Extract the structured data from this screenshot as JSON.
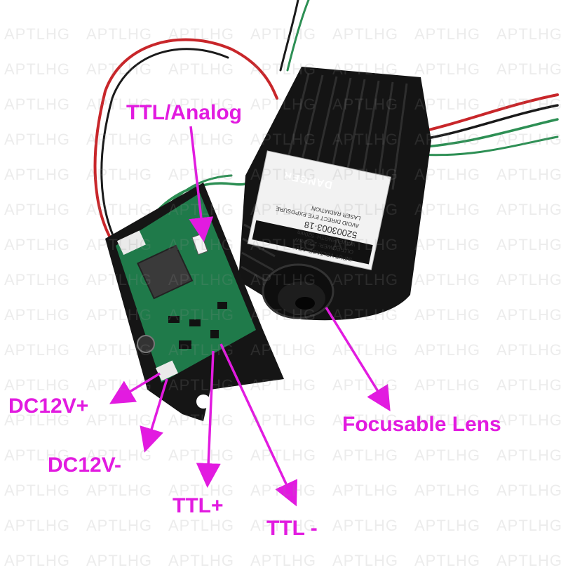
{
  "watermark": {
    "text": "APTLHG",
    "color": "#969696"
  },
  "callouts": {
    "ttl_analog": "TTL/Analog",
    "dc12v_plus": "DC12V+",
    "dc12v_minus": "DC12V-",
    "ttl_plus": "TTL+",
    "ttl_minus": "TTL -",
    "focusable_lens": "Focusable Lens"
  },
  "laser_label": {
    "danger": "DANGER",
    "line1": "LASER RADIATION",
    "line2": "AVOID DIRECT EYE EXPOSURE",
    "serial": "52003003·18",
    "wavelength": "WAVELENGTH:  520nm",
    "output_power": "OUT POWER:   2000mW",
    "input_voltage": "INPUT VOLTAGE: 12V"
  },
  "colors": {
    "callout": "#e21be0",
    "heatsink": "#141414",
    "pcb": "#1f7a4a",
    "wire_red": "#c8262a",
    "wire_green": "#2d8f54",
    "wire_black": "#1a1a1a"
  }
}
